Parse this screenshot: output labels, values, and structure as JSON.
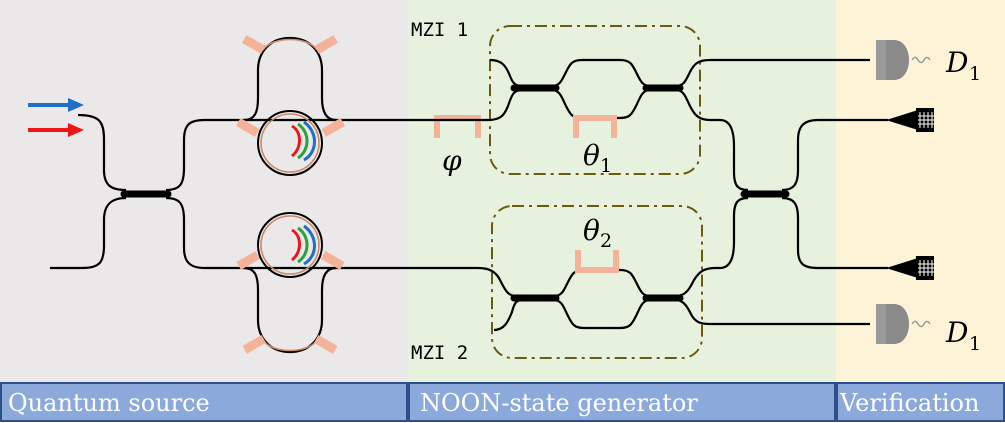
{
  "sections": [
    {
      "label": "Quantum source"
    },
    {
      "label": "NOON-state generator"
    },
    {
      "label": "Verification"
    }
  ],
  "labels": {
    "mzi1": "MZI 1",
    "mzi2": "MZI 2",
    "phi": "φ",
    "theta": "θ",
    "theta1_sub": "1",
    "theta2_sub": "2",
    "detector": "D",
    "detector_sub": "1"
  },
  "colors": {
    "source_bg": "#ebe8ea",
    "generator_bg": "#e6f1de",
    "verification_bg": "#fdf4d8",
    "bottom_bar": "#8ca9dc",
    "pump_blue": "#1e6fc8",
    "pump_red": "#f01515",
    "pad": "#f4b399",
    "mzi_outline": "#6b5a10"
  }
}
